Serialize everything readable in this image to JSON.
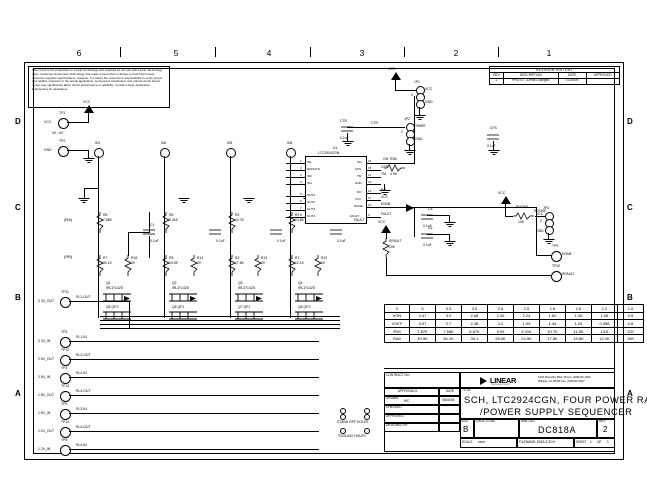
{
  "sheet": {
    "zones_top": [
      "6",
      "5",
      "4",
      "3",
      "2",
      "1"
    ],
    "zones_side": [
      "D",
      "C",
      "B",
      "A"
    ]
  },
  "disclaimer": {
    "text": "This circuit is the proprietary to Linear Technology and supplied for the use with Linear Technology parts. Customer NoteLinear Technology has made a best effort to design a circuit that meets customer-supplied specifications, however, it remains the customer's responsibility to verify proper and reliable operation in the actual application. Component substitution and printed circuit board layout may significantly affect circuit performance or reliability. Contact Linear Application Engineering for assistance."
  },
  "revision_history": {
    "title": "REVISION HISTORY",
    "columns": [
      "REV",
      "DESCRIPTION",
      "DATE",
      "APPROVED"
    ],
    "rows": [
      [
        "2",
        "PROTO - 33Pas Changed",
        "01/26/09",
        ""
      ]
    ]
  },
  "parameter_table": {
    "rows": [
      [
        "V",
        "5",
        "3.3",
        "3.0",
        "2.8",
        "2.5",
        "1.8",
        "1.6",
        "1.2",
        "1.0"
      ],
      [
        "VON",
        "4.47",
        "3.0",
        "2.68",
        "2.49",
        "2.24",
        "1.62",
        "1.45",
        "1.08",
        "0.9"
      ],
      [
        "VOFF",
        "3.97",
        "2.7",
        "2.38",
        "2.2",
        "1.99",
        "1.44",
        "1.29",
        "0.956",
        "0.8"
      ],
      [
        "R90",
        "7.87K",
        "7.68K",
        "8.87K",
        "9.09",
        "9.31K",
        "10.7K",
        "11.5K",
        "13.8",
        "12K"
      ],
      [
        "RA0",
        "49.9K",
        "30.1K",
        "30.1",
        "28.0K",
        "24.9K",
        "17.8K",
        "15.8K",
        "12.1K",
        "10K"
      ]
    ]
  },
  "title_block": {
    "contract_label": "CONTRACT NO.",
    "approvals_label": "APPROVALS",
    "date_label": "DATE",
    "rows": [
      {
        "label": "DRAWN",
        "value": "WC",
        "date": "08/18/04"
      },
      {
        "label": "CHECKED",
        "value": "",
        "date": ""
      },
      {
        "label": "APPROVED",
        "value": "",
        "date": ""
      },
      {
        "label": "DESIGNED BY",
        "value": "",
        "date": ""
      }
    ],
    "title_label": "TITLE",
    "title_line1": "SCH, LTC2924CGN, FOUR POWER RAILS",
    "title_line2": "/POWER SUPPLY SEQUENCER",
    "size_label": "SIZE",
    "size_value": "B",
    "cage_label": "CAGE CODE",
    "cage_value": "",
    "dwg_label": "DWG NO.",
    "dwg_value": "DC818A",
    "rev_label": "REV",
    "rev_value": "2",
    "scale_label": "SCALE",
    "scale_value": "none",
    "filename_label": "FILENAME:",
    "filename_value": "818A-2.SCH",
    "sheet_label": "SHEET",
    "sheet_value": "1",
    "of_label": "OF",
    "of_value": "1"
  },
  "company": {
    "name": "LINEAR",
    "sub": "TECHNOLOGY",
    "address_line1": "1630 McCarthy Blvd.  Phone: (408)432-1900",
    "address_line2": "Milpitas, CA 95035   Fax: (408)434-0507"
  },
  "holes": {
    "standoff": "STAND OFF HOLES",
    "tooling": "TOOLING HOLES"
  },
  "main_ic": {
    "refdes": "U1",
    "part": "LTC2924CGN",
    "pins_left": [
      {
        "num": "1",
        "name": "IN1"
      },
      {
        "num": "2",
        "name": "RONHYS"
      },
      {
        "num": "3",
        "name": "IN3"
      },
      {
        "num": "4",
        "name": "IN4"
      },
      {
        "num": "5",
        "name": "OUT1"
      },
      {
        "num": "6",
        "name": "OUT2"
      },
      {
        "num": "7",
        "name": "OUT3"
      },
      {
        "num": "8",
        "name": "OUT4"
      }
    ],
    "pins_right": [
      {
        "num": "16",
        "name": "ON"
      },
      {
        "num": "15",
        "name": "CFS"
      },
      {
        "num": "14",
        "name": "TM"
      },
      {
        "num": "13",
        "name": "GND"
      },
      {
        "num": "12",
        "name": "RO"
      },
      {
        "num": "11",
        "name": "VCC"
      },
      {
        "num": "10",
        "name": "DONE"
      },
      {
        "num": "9",
        "name": "FAULT"
      }
    ]
  },
  "nets": {
    "vcc": "VCC",
    "gnd": "GND",
    "on": "ON",
    "ctr": "CTR",
    "timer": "TIMER",
    "done": "DONE",
    "fault": "FAULT",
    "rfault": "RFAULT",
    "rdone": "RDONE",
    "cfs": "CFS",
    "tm": "TM",
    "ro": "RO",
    "in1": "IN1",
    "in2": "IN2",
    "in3": "IN3",
    "in4": "IN4",
    "out1": "OUT1",
    "out2": "OUT2",
    "out3": "OUT3",
    "out4": "OUT4",
    "rail_out": [
      "RL1-OUT",
      "RL2-OUT",
      "RL3-OUT",
      "RL4-OUT"
    ],
    "rail_in": [
      "RL1-IN",
      "RL2-IN",
      "RL3-IN",
      "RL4-IN"
    ]
  },
  "test_points": [
    {
      "ref": "TP1",
      "label": "VCC",
      "note": "3V - 6V"
    },
    {
      "ref": "TP2",
      "label": "GND",
      "note": ""
    },
    {
      "ref": "TP11",
      "label": "3.3V_OUT",
      "net": "RL1-OUT"
    },
    {
      "ref": "TP3",
      "label": "3.3V_IN",
      "net": "RL1-IN"
    },
    {
      "ref": "TP12",
      "label": "2.5V_OUT",
      "net": "RL2-OUT"
    },
    {
      "ref": "TP4",
      "label": "2.5V_IN",
      "net": "RL2-IN"
    },
    {
      "ref": "TP13",
      "label": "1.8V_OUT",
      "net": "RL3-OUT"
    },
    {
      "ref": "TP5",
      "label": "1.8V_IN",
      "net": "RL3-IN"
    },
    {
      "ref": "TP14",
      "label": "1.2V_OUT",
      "net": "RL4-OUT"
    },
    {
      "ref": "TP6",
      "label": "1.2V_IN",
      "net": "RL4-IN"
    },
    {
      "ref": "TP9",
      "label": "DONE"
    },
    {
      "ref": "TP10",
      "label": "RFAULT"
    }
  ],
  "jumpers": [
    {
      "ref": "JP1",
      "pins": [
        "VCC",
        "2",
        "GND"
      ]
    },
    {
      "ref": "JP2",
      "pins": [
        "TIMER",
        "2",
        "GND"
      ]
    },
    {
      "ref": "JP3",
      "pins": [
        "VCC",
        "2",
        "GND"
      ]
    }
  ],
  "labels_ra_rb": {
    "ra": "(RA)",
    "rb": "(RB)"
  },
  "resistors": [
    {
      "ref": "R8",
      "value": "7.68K"
    },
    {
      "ref": "R7",
      "value": "30.1K"
    },
    {
      "ref": "R18",
      "value": "20"
    },
    {
      "ref": "R6",
      "value": "9.31K"
    },
    {
      "ref": "R5",
      "value": "24.9K"
    },
    {
      "ref": "R14",
      "value": "20"
    },
    {
      "ref": "R4",
      "value": "10.7K"
    },
    {
      "ref": "R3",
      "value": "17.8K"
    },
    {
      "ref": "R13",
      "value": "20"
    },
    {
      "ref": "R2",
      "value": "13.8K"
    },
    {
      "ref": "R1",
      "value": "12.1K"
    },
    {
      "ref": "R12",
      "value": "20"
    },
    {
      "ref": "R3B",
      "value": "4.5K"
    },
    {
      "ref": "RDONE",
      "value": "10K"
    },
    {
      "ref": "RFAULT",
      "value": "10K"
    }
  ],
  "capacitors": [
    {
      "ref": "C1",
      "value": "0.1uF"
    },
    {
      "ref": "C2",
      "value": "0.1uF"
    },
    {
      "ref": "C3",
      "value": "0.1uF"
    },
    {
      "ref": "C4",
      "value": "0.1uF"
    },
    {
      "ref": "C5",
      "value": "0.1uF"
    },
    {
      "ref": "C6",
      "value": "0.1uF"
    },
    {
      "ref": "C7",
      "value": "0.1uF"
    },
    {
      "ref": "C8",
      "value": "0.1uF"
    },
    {
      "ref": "C9",
      "value": "0.1uF"
    },
    {
      "ref": "CTR",
      "value": "0.1uF"
    },
    {
      "ref": "CFS",
      "value": "0.1uF"
    }
  ],
  "transistors": [
    {
      "ref": "Q1",
      "part": "IRL3714ZS",
      "sub": "Q5 QP1"
    },
    {
      "ref": "Q2",
      "part": "IRL3714ZS",
      "sub": "Q6 QP1"
    },
    {
      "ref": "Q3",
      "part": "IRL3714ZS",
      "sub": "Q7 QP1"
    },
    {
      "ref": "Q4",
      "part": "IRL3714ZS",
      "sub": "Q8 QP1"
    }
  ]
}
